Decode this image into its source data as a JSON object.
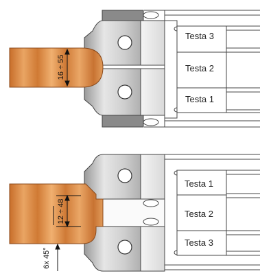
{
  "top_assembly": {
    "dimension_label": "16 ÷ 55",
    "heads": [
      {
        "label": "Testa 3"
      },
      {
        "label": "Testa 2"
      },
      {
        "label": "Testa 1"
      }
    ]
  },
  "bottom_assembly": {
    "dimension_label": "12 ÷ 48",
    "chamfer_label": "6x 45°",
    "heads": [
      {
        "label": "Testa 1"
      },
      {
        "label": "Testa 2"
      },
      {
        "label": "Testa 3"
      }
    ]
  },
  "colors": {
    "wood_light": "#e8a060",
    "wood_dark": "#c8722c",
    "steel_light": "#eeeeee",
    "steel_mid": "#bdbdbd",
    "steel_dark": "#7a7a7a",
    "line": "#333333"
  }
}
